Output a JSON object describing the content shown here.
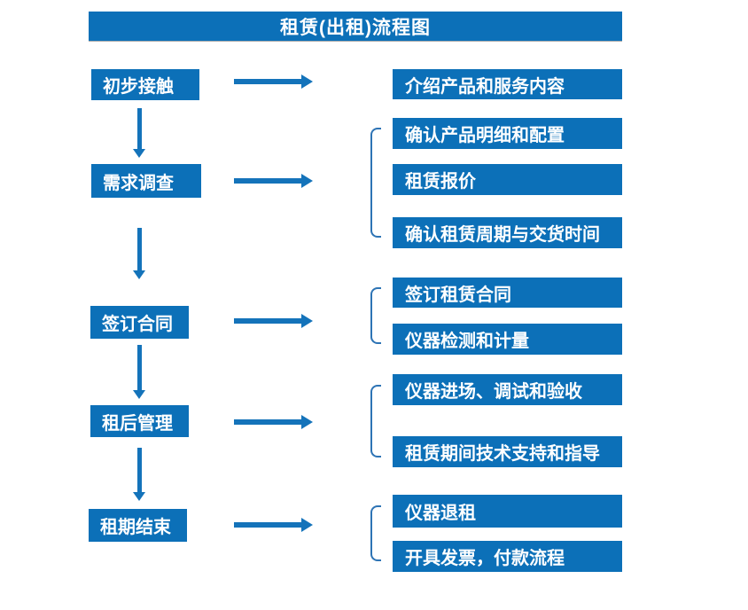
{
  "title": "租赁(出租)流程图",
  "colors": {
    "box_blue": "#0C70B8",
    "arrow_blue": "#1473BA",
    "bracket_blue": "#2E74B5",
    "text": "#FFFFFF",
    "background": "#FFFFFF"
  },
  "steps": [
    {
      "label": "初步接触",
      "details": [
        "介绍产品和服务内容"
      ]
    },
    {
      "label": "需求调查",
      "details": [
        "确认产品明细和配置",
        "租赁报价",
        "确认租赁周期与交货时间"
      ]
    },
    {
      "label": "签订合同",
      "details": [
        "签订租赁合同",
        "仪器检测和计量"
      ]
    },
    {
      "label": "租后管理",
      "details": [
        "仪器进场、调试和验收",
        "租赁期间技术支持和指导"
      ]
    },
    {
      "label": "租期结束",
      "details": [
        "仪器退租",
        "开具发票，付款流程"
      ]
    }
  ]
}
